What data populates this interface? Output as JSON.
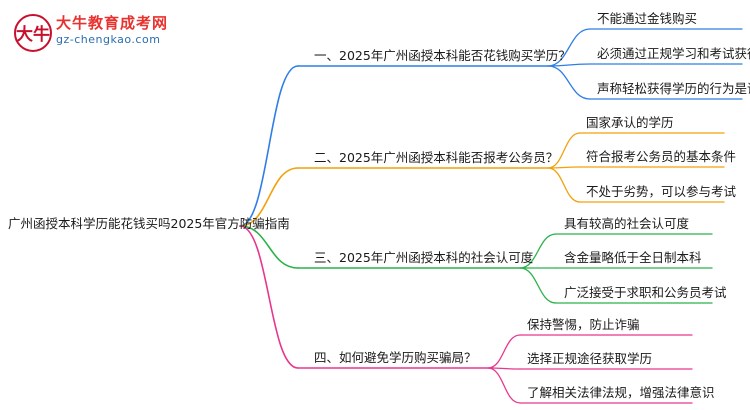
{
  "logo": {
    "brand": "大牛教育成考网",
    "url": "gz-chengkao.com",
    "mascot_text": "大牛"
  },
  "colors": {
    "b0": "#2f7ee6",
    "b1": "#f2a10c",
    "b2": "#2ab24a",
    "b3": "#e8368f"
  },
  "root": "广州函授本科学历能花钱买吗2025年官方防骗指南",
  "branches": [
    {
      "title": "一、2025年广州函授本科能否花钱购买学历？",
      "children": [
        "不能通过金钱购买",
        "必须通过正规学习和考试获得",
        "声称轻松获得学历的行为是诈骗"
      ]
    },
    {
      "title": "二、2025年广州函授本科能否报考公务员？",
      "children": [
        "国家承认的学历",
        "符合报考公务员的基本条件",
        "不处于劣势，可以参与考试"
      ]
    },
    {
      "title": "三、2025年广州函授本科的社会认可度",
      "children": [
        "具有较高的社会认可度",
        "含金量略低于全日制本科",
        "广泛接受于求职和公务员考试"
      ]
    },
    {
      "title": "四、如何避免学历购买骗局？",
      "children": [
        "保持警惕，防止诈骗",
        "选择正规途径获取学历",
        "了解相关法律法规，增强法律意识"
      ]
    }
  ]
}
